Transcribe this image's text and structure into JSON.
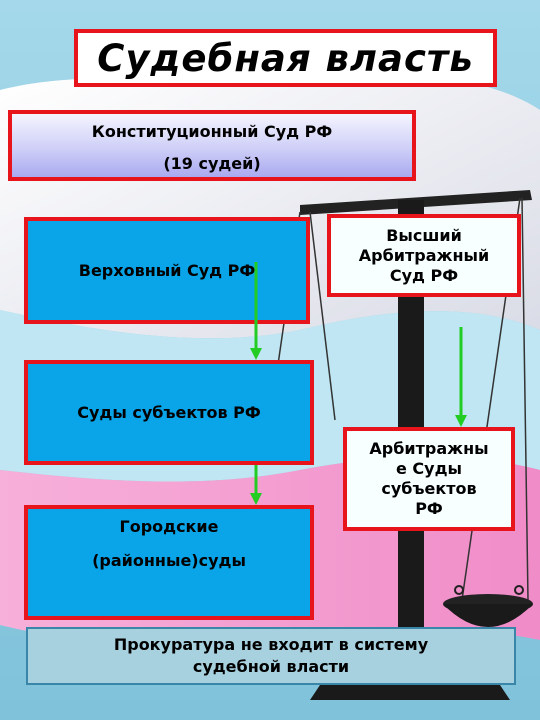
{
  "title": "Судебная власть",
  "konst": {
    "line1": "Конституционный Суд РФ",
    "line2": "(19 судей)"
  },
  "verkh": "Верховный Суд РФ",
  "subj": "Суды субъектов  РФ",
  "gorod": {
    "line1": "Городские",
    "line2": "(районные)суды"
  },
  "vas": {
    "line1": "Высший",
    "line2": "Арбитражный",
    "line3": "Суд РФ"
  },
  "arb": {
    "line1": "Арбитражны",
    "line2": "е Суды",
    "line3": "субъектов",
    "line4": "РФ"
  },
  "prok": {
    "line1": "Прокуратура не входит в  систему",
    "line2": "судебной власти"
  },
  "colors": {
    "border": "#e8141b",
    "court_blue": "#0aa4e8",
    "arrow_green": "#22cc22",
    "flag_pink": "#f4a6d4",
    "flag_white": "#f5f5f8",
    "sky": "#9fd3e4"
  }
}
